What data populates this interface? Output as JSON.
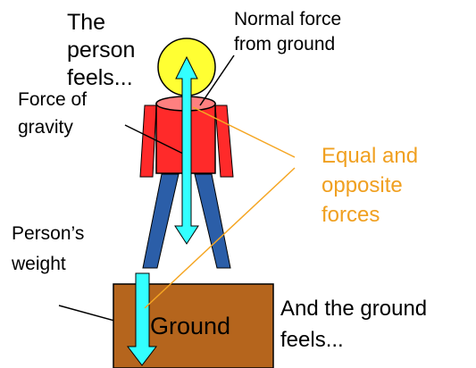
{
  "labels": {
    "person_line1": "The",
    "person_line2": "person",
    "person_line3": "feels...",
    "normal_line1": "Normal force",
    "normal_line2": "from ground",
    "gravity_line1": "Force of",
    "gravity_line2": "gravity",
    "equal_line1": "Equal and",
    "equal_line2": "opposite",
    "equal_line3": "forces",
    "weight_line1": "Person’s",
    "weight_line2": "weight",
    "ground": "Ground",
    "ground_feels_line1": "And the ground",
    "ground_feels_line2": "feels..."
  },
  "colors": {
    "head": "#ffff33",
    "body": "#ff2a2a",
    "body_top": "#ff8080",
    "legs": "#2b5ea8",
    "arrow": "#33ffff",
    "ground": "#b5651d",
    "equal_text": "#f0a020",
    "pointer_orange": "#f5a623"
  }
}
